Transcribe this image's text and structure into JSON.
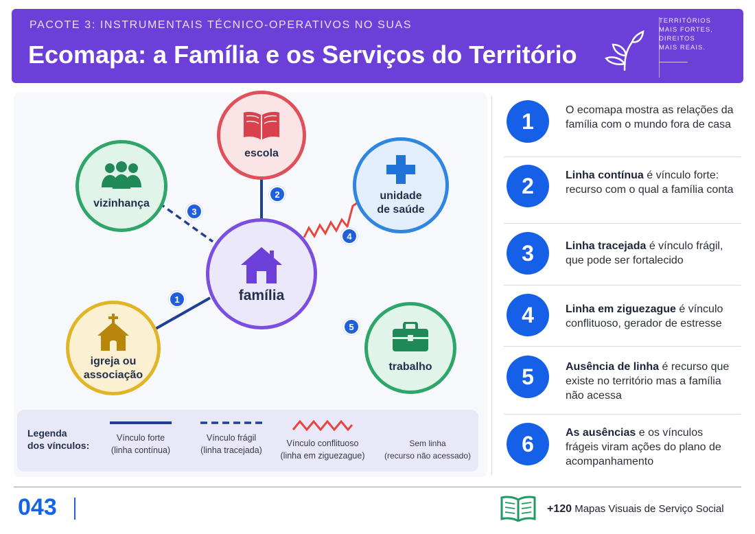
{
  "header": {
    "kicker": "PACOTE 3: INSTRUMENTAIS TÉCNICO-OPERATIVOS NO SUAS",
    "title": "Ecomapa: a Família e os Serviços do Território",
    "tagline": [
      "TERRITÓRIOS",
      "MAIS FORTES,",
      "DIREITOS",
      "MAIS REAIS."
    ],
    "icon": "leaf-sprout-icon"
  },
  "colors": {
    "banner": "#6b3fd8",
    "accent_blue": "#1560e6",
    "line_strong": "#1f3f95",
    "line_conflict": "#e8453c"
  },
  "diagram": {
    "center": {
      "label": "família",
      "icon": "house-icon"
    },
    "nodes": [
      {
        "id": "escola",
        "label": "escola",
        "icon": "book-icon",
        "color": "#e0505a"
      },
      {
        "id": "saude",
        "label_line1": "unidade",
        "label_line2": "de saúde",
        "icon": "medical-cross-icon",
        "color": "#2f86e0"
      },
      {
        "id": "vizinhanca",
        "label": "vizinhança",
        "icon": "people-group-icon",
        "color": "#2ea66a"
      },
      {
        "id": "igreja",
        "label_line1": "igreja ou",
        "label_line2": "associação",
        "icon": "chapel-icon",
        "color": "#e0b628"
      },
      {
        "id": "trabalho",
        "label": "trabalho",
        "icon": "briefcase-icon",
        "color": "#2ea66a"
      }
    ],
    "badges": [
      "1",
      "2",
      "3",
      "4",
      "5"
    ]
  },
  "legend": {
    "title_line1": "Legenda",
    "title_line2": "dos vínculos:",
    "items": [
      {
        "line1": "Vínculo forte",
        "line2": "(linha contínua)"
      },
      {
        "line1": "Vínculo frágil",
        "line2": "(linha tracejada)"
      },
      {
        "line1": "Vínculo conflituoso",
        "line2": "(linha em ziguezague)"
      },
      {
        "line1": "Sem linha",
        "line2": "(recurso não acessado)"
      }
    ]
  },
  "list": [
    {
      "num": "1",
      "bold": "",
      "text": "O ecomapa mostra as relações da família com o mundo fora de casa"
    },
    {
      "num": "2",
      "bold": "Linha contínua",
      "text": " é vínculo forte: recurso com o qual a família conta"
    },
    {
      "num": "3",
      "bold": "Linha tracejada",
      "text": " é vínculo frágil, que pode ser fortalecido"
    },
    {
      "num": "4",
      "bold": "Linha em ziguezague",
      "text": " é vínculo conflituoso, gerador de estresse"
    },
    {
      "num": "5",
      "bold": "Ausência de linha",
      "text": " é recurso que existe no território mas a família não acessa"
    },
    {
      "num": "6",
      "bold": "As ausências",
      "text": " e os vínculos frágeis viram ações do plano de acompanhamento"
    }
  ],
  "footer": {
    "page_number": "043",
    "series_count": "+120",
    "series_text": " Mapas Visuais de Serviço Social",
    "icon": "open-book-icon"
  }
}
